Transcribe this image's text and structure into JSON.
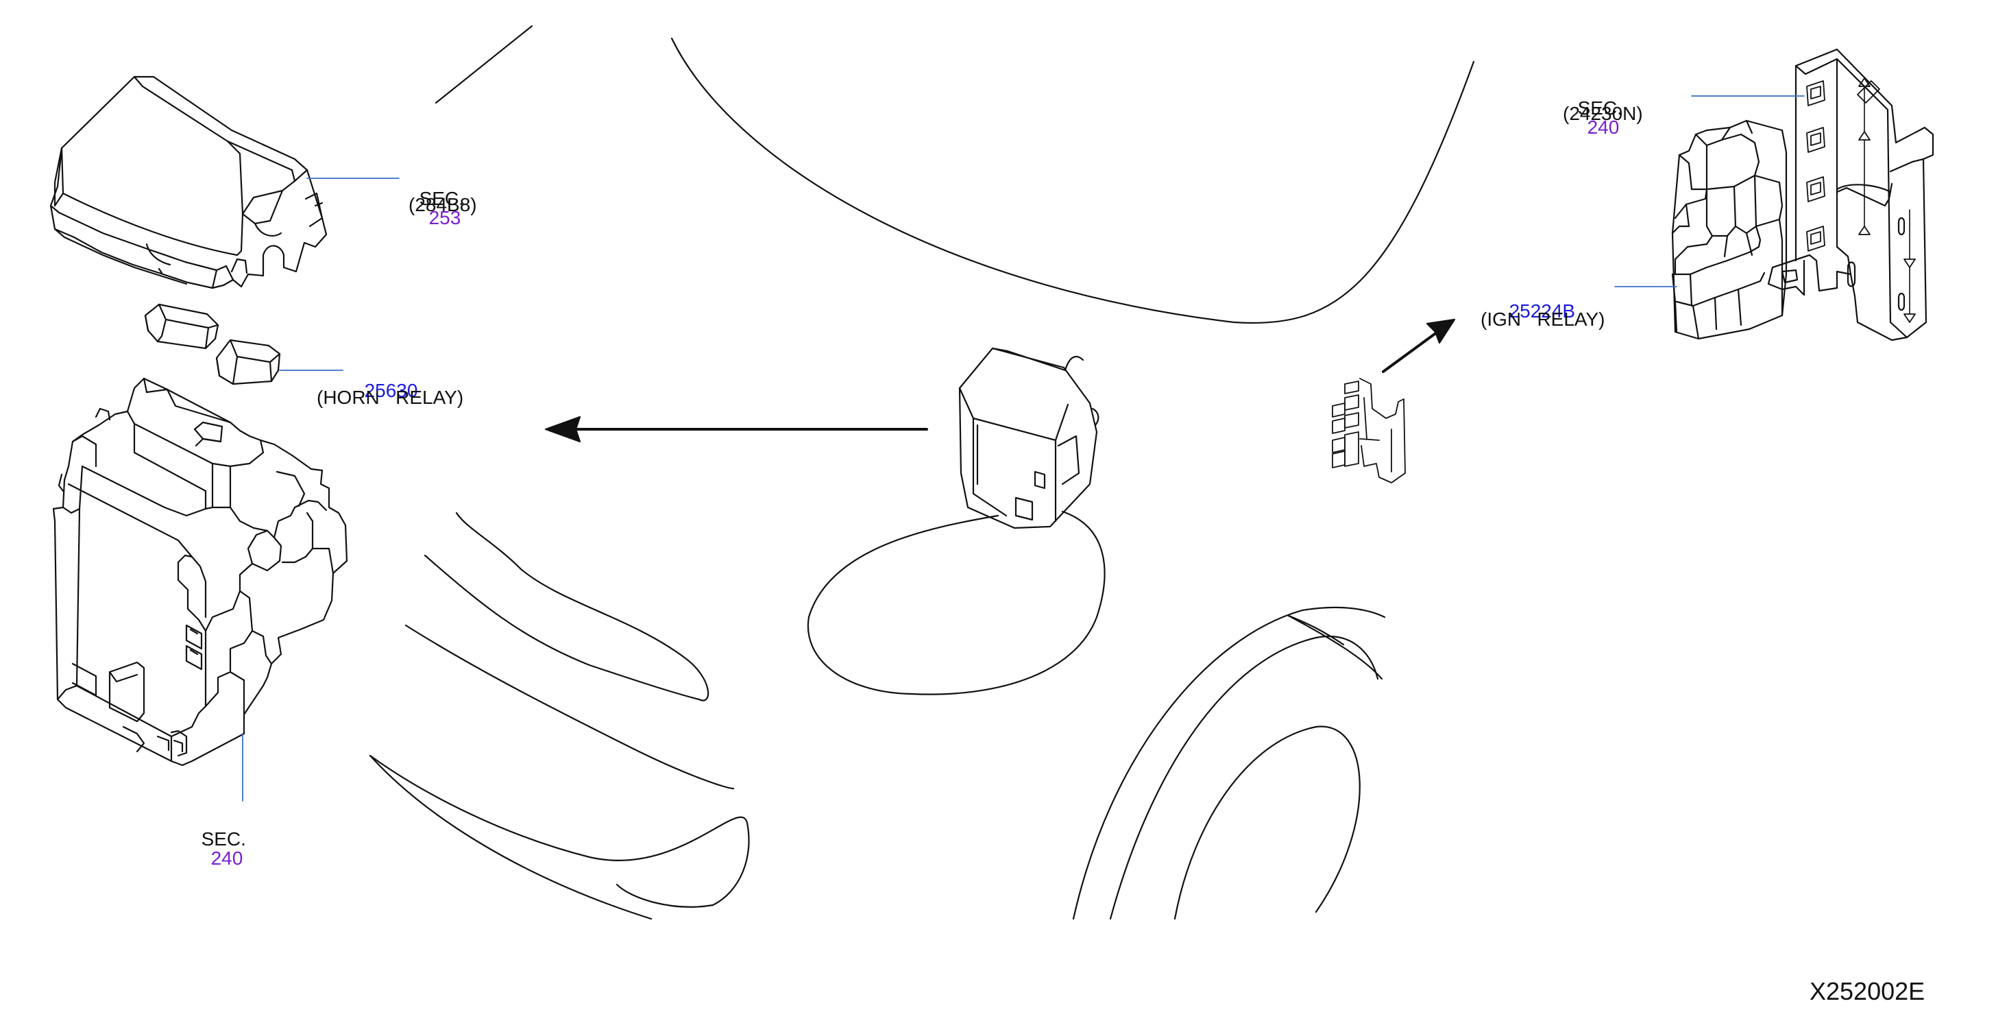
{
  "callouts": {
    "cover_sec": {
      "prefix": "SEC.",
      "number": "253",
      "part": "(284B8)"
    },
    "horn_relay": {
      "number": "25630",
      "name": "(HORN   RELAY)"
    },
    "box_sec": {
      "prefix": "SEC.",
      "number": "240"
    },
    "bracket_sec": {
      "prefix": "SEC.",
      "number": "240",
      "part": "(24230N)"
    },
    "ign_relay": {
      "number": "25224B",
      "name": "(IGN   RELAY)"
    }
  },
  "diagram_code": "X252002E",
  "colors": {
    "link_section": "#7a1fd0",
    "link_part": "#1a1adf",
    "leader_line": "#3a6fc4",
    "line_art": "#111111"
  }
}
